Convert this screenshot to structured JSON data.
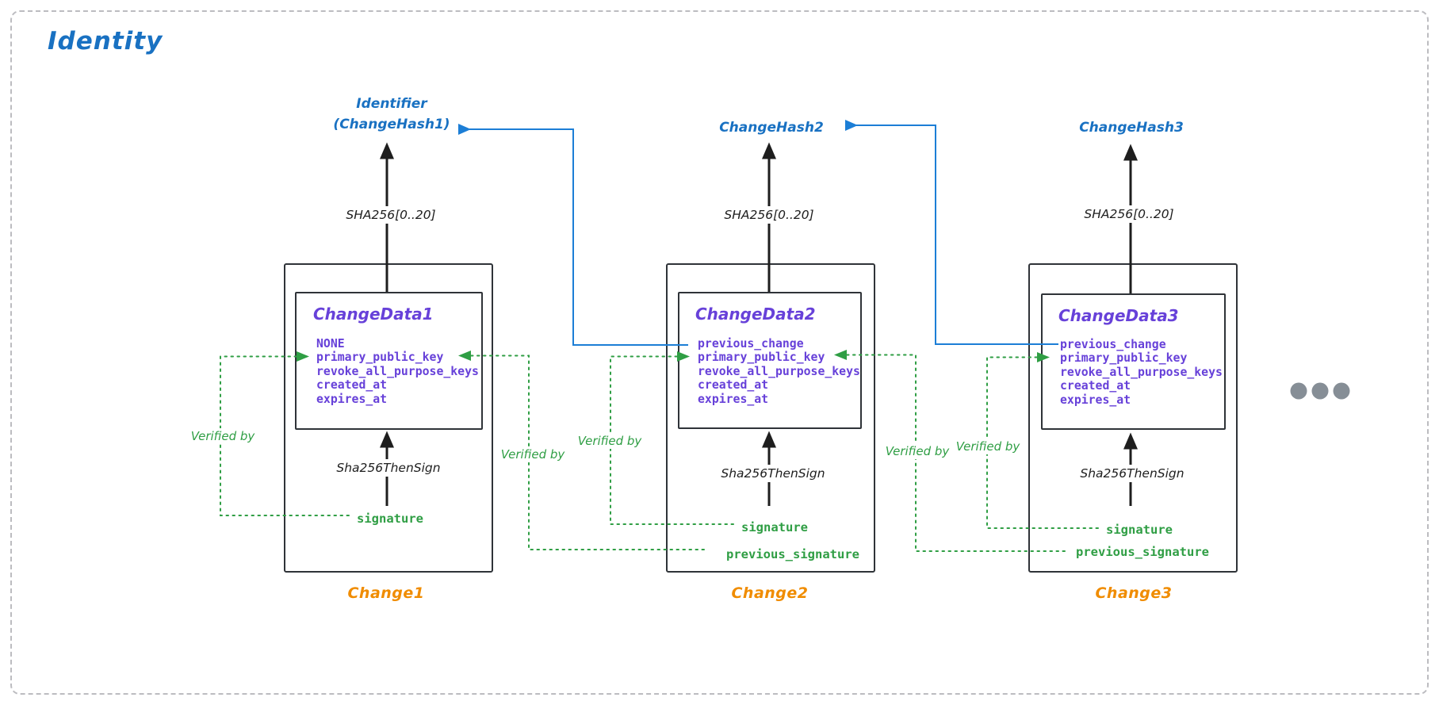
{
  "title": "Identity",
  "colors": {
    "blue": "#1971c2",
    "purple": "#6741d9",
    "green": "#2f9e44",
    "orange": "#f08c00",
    "ink": "#1e1e1e",
    "gray": "#868e96"
  },
  "labels": {
    "hash_function": "SHA256[0..20]",
    "sign_function": "Sha256ThenSign",
    "verified_by": "Verified by"
  },
  "hashes": [
    {
      "line1": "Identifier",
      "line2": "(ChangeHash1)"
    },
    {
      "line1": "ChangeHash2"
    },
    {
      "line1": "ChangeHash3"
    }
  ],
  "changes": [
    {
      "name": "Change1",
      "data_title": "ChangeData1",
      "fields": [
        "NONE",
        "primary_public_key",
        "revoke_all_purpose_keys",
        "created_at",
        "expires_at"
      ],
      "signature": "signature"
    },
    {
      "name": "Change2",
      "data_title": "ChangeData2",
      "fields": [
        "previous_change",
        "primary_public_key",
        "revoke_all_purpose_keys",
        "created_at",
        "expires_at"
      ],
      "signature": "signature",
      "previous_signature": "previous_signature"
    },
    {
      "name": "Change3",
      "data_title": "ChangeData3",
      "fields": [
        "previous_change",
        "primary_public_key",
        "revoke_all_purpose_keys",
        "created_at",
        "expires_at"
      ],
      "signature": "signature",
      "previous_signature": "previous_signature"
    }
  ]
}
